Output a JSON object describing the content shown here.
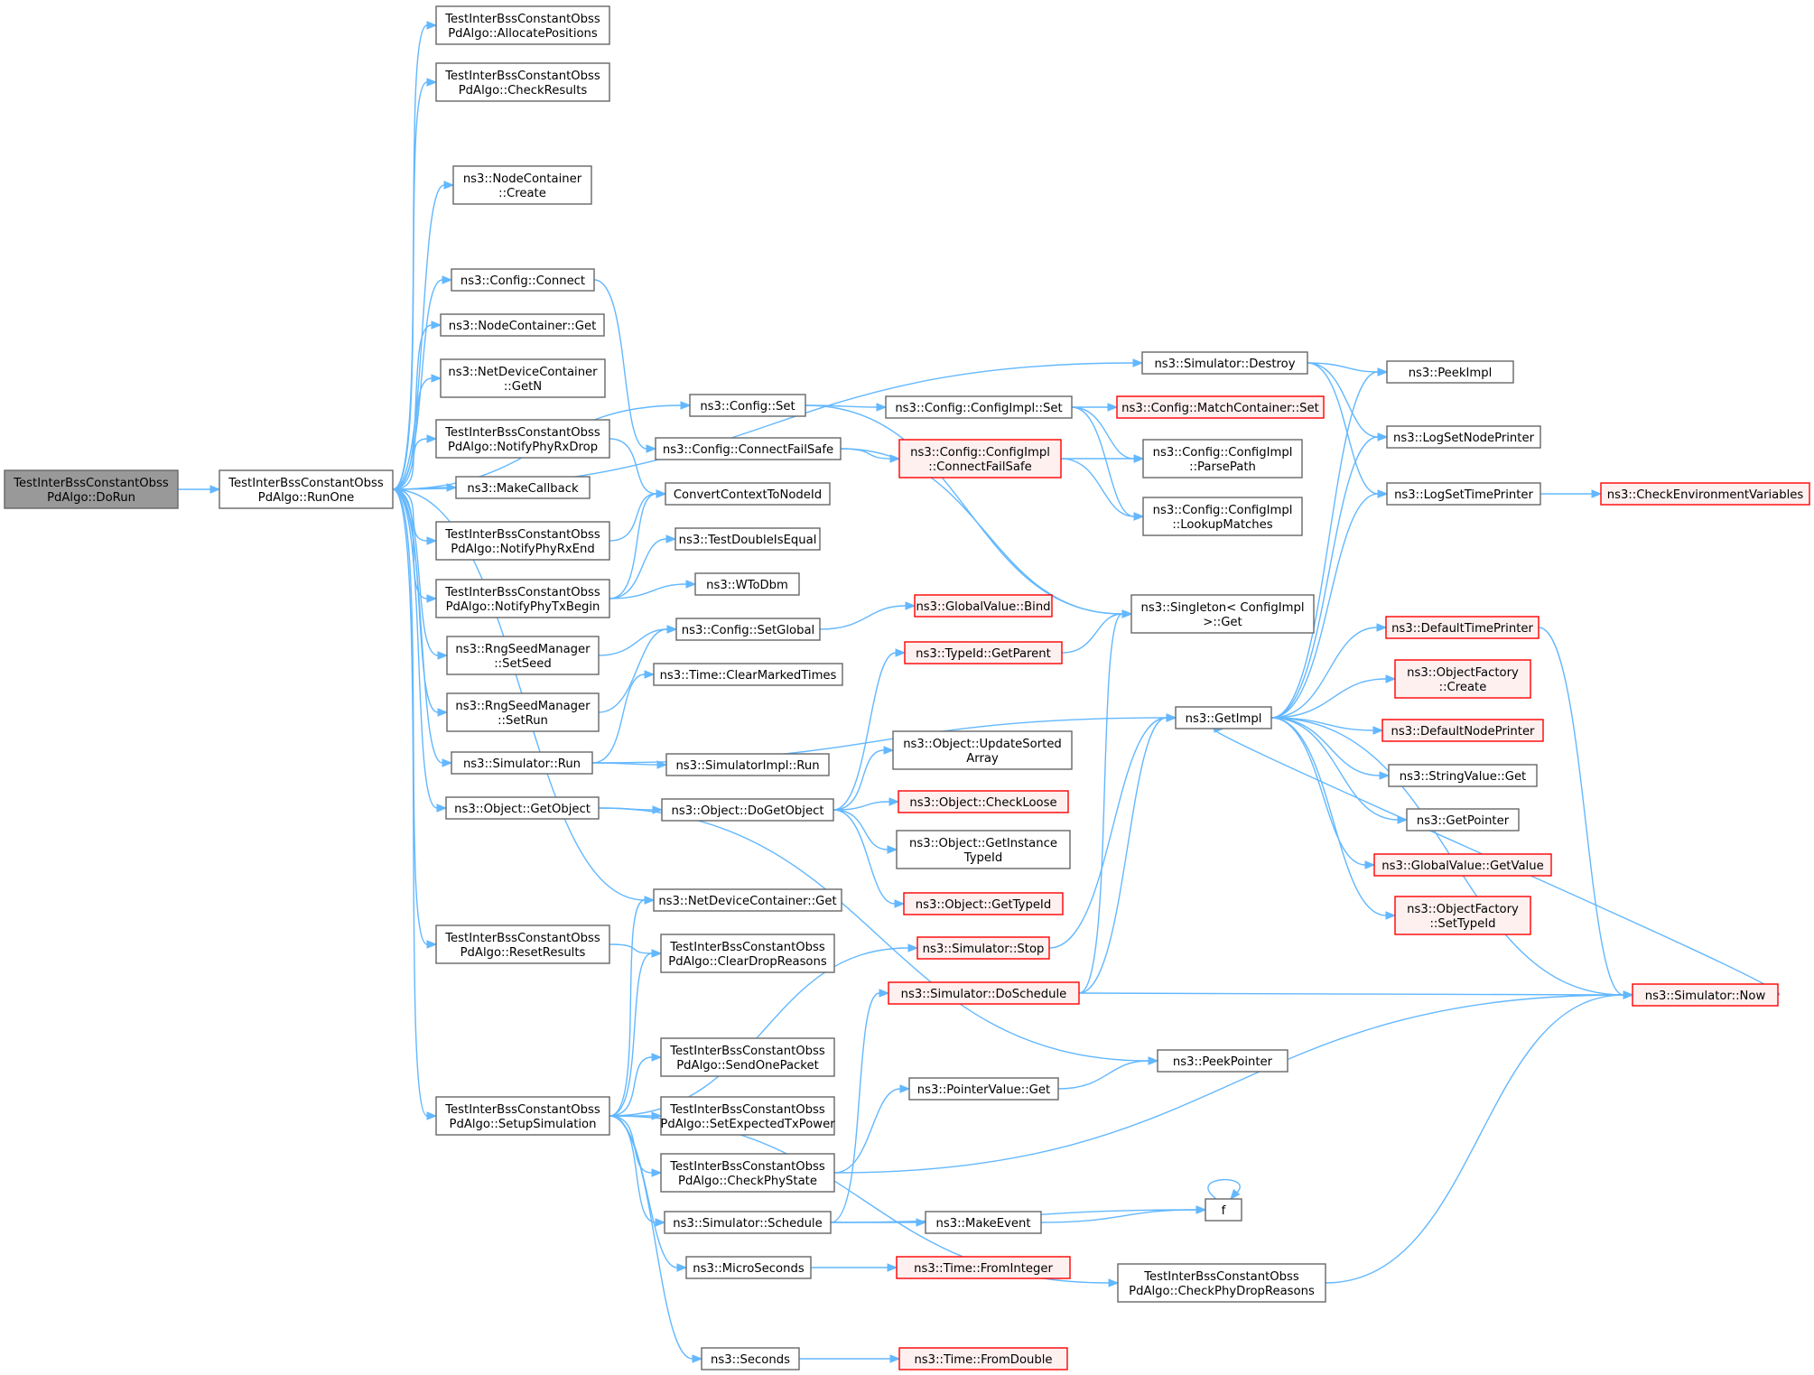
{
  "diagram": {
    "type": "call-graph",
    "colors": {
      "edge": "#63b8ff",
      "root_fill": "#999999",
      "root_border": "#666666",
      "node_fill": "#ffffff",
      "node_border": "#666666",
      "truncated_fill": "#fff0f0",
      "truncated_border": "#ff0000"
    },
    "nodes": [
      {
        "id": "dorun",
        "lines": [
          "TestInterBssConstantObss",
          "PdAlgo::DoRun"
        ],
        "style": "root"
      },
      {
        "id": "runone",
        "lines": [
          "TestInterBssConstantObss",
          "PdAlgo::RunOne"
        ],
        "style": "normal"
      },
      {
        "id": "allocpos",
        "lines": [
          "TestInterBssConstantObss",
          "PdAlgo::AllocatePositions"
        ],
        "style": "normal"
      },
      {
        "id": "checkres",
        "lines": [
          "TestInterBssConstantObss",
          "PdAlgo::CheckResults"
        ],
        "style": "normal"
      },
      {
        "id": "nccreate",
        "lines": [
          "ns3::NodeContainer",
          "::Create"
        ],
        "style": "normal"
      },
      {
        "id": "cfgconnect",
        "lines": [
          "ns3::Config::Connect"
        ],
        "style": "normal"
      },
      {
        "id": "ncget",
        "lines": [
          "ns3::NodeContainer::Get"
        ],
        "style": "normal"
      },
      {
        "id": "ndcgetn",
        "lines": [
          "ns3::NetDeviceContainer",
          "::GetN"
        ],
        "style": "normal"
      },
      {
        "id": "rxdrop",
        "lines": [
          "TestInterBssConstantObss",
          "PdAlgo::NotifyPhyRxDrop"
        ],
        "style": "normal"
      },
      {
        "id": "makecb",
        "lines": [
          "ns3::MakeCallback"
        ],
        "style": "normal"
      },
      {
        "id": "rxend",
        "lines": [
          "TestInterBssConstantObss",
          "PdAlgo::NotifyPhyRxEnd"
        ],
        "style": "normal"
      },
      {
        "id": "txbegin",
        "lines": [
          "TestInterBssConstantObss",
          "PdAlgo::NotifyPhyTxBegin"
        ],
        "style": "normal"
      },
      {
        "id": "setseed",
        "lines": [
          "ns3::RngSeedManager",
          "::SetSeed"
        ],
        "style": "normal"
      },
      {
        "id": "setrun",
        "lines": [
          "ns3::RngSeedManager",
          "::SetRun"
        ],
        "style": "normal"
      },
      {
        "id": "simrun",
        "lines": [
          "ns3::Simulator::Run"
        ],
        "style": "normal"
      },
      {
        "id": "getobject",
        "lines": [
          "ns3::Object::GetObject"
        ],
        "style": "normal"
      },
      {
        "id": "resetres",
        "lines": [
          "TestInterBssConstantObss",
          "PdAlgo::ResetResults"
        ],
        "style": "normal"
      },
      {
        "id": "setupsim",
        "lines": [
          "TestInterBssConstantObss",
          "PdAlgo::SetupSimulation"
        ],
        "style": "normal"
      },
      {
        "id": "cfgset",
        "lines": [
          "ns3::Config::Set"
        ],
        "style": "normal"
      },
      {
        "id": "cfgconnfs",
        "lines": [
          "ns3::Config::ConnectFailSafe"
        ],
        "style": "normal"
      },
      {
        "id": "convctx",
        "lines": [
          "ConvertContextToNodeId"
        ],
        "style": "normal"
      },
      {
        "id": "testdbl",
        "lines": [
          "ns3::TestDoubleIsEqual"
        ],
        "style": "normal"
      },
      {
        "id": "wtodbm",
        "lines": [
          "ns3::WToDbm"
        ],
        "style": "normal"
      },
      {
        "id": "setglobal",
        "lines": [
          "ns3::Config::SetGlobal"
        ],
        "style": "normal"
      },
      {
        "id": "clearmarked",
        "lines": [
          "ns3::Time::ClearMarkedTimes"
        ],
        "style": "normal"
      },
      {
        "id": "simimplrun",
        "lines": [
          "ns3::SimulatorImpl::Run"
        ],
        "style": "normal"
      },
      {
        "id": "dogetobject",
        "lines": [
          "ns3::Object::DoGetObject"
        ],
        "style": "normal"
      },
      {
        "id": "ndcget",
        "lines": [
          "ns3::NetDeviceContainer::Get"
        ],
        "style": "normal"
      },
      {
        "id": "cleardrop",
        "lines": [
          "TestInterBssConstantObss",
          "PdAlgo::ClearDropReasons"
        ],
        "style": "normal"
      },
      {
        "id": "sendone",
        "lines": [
          "TestInterBssConstantObss",
          "PdAlgo::SendOnePacket"
        ],
        "style": "normal"
      },
      {
        "id": "setexptx",
        "lines": [
          "TestInterBssConstantObss",
          "PdAlgo::SetExpectedTxPower"
        ],
        "style": "normal"
      },
      {
        "id": "checkphystate",
        "lines": [
          "TestInterBssConstantObss",
          "PdAlgo::CheckPhyState"
        ],
        "style": "normal"
      },
      {
        "id": "simschedule",
        "lines": [
          "ns3::Simulator::Schedule"
        ],
        "style": "normal"
      },
      {
        "id": "microseconds",
        "lines": [
          "ns3::MicroSeconds"
        ],
        "style": "normal"
      },
      {
        "id": "seconds",
        "lines": [
          "ns3::Seconds"
        ],
        "style": "normal"
      },
      {
        "id": "cfgimplset",
        "lines": [
          "ns3::Config::ConfigImpl::Set"
        ],
        "style": "normal"
      },
      {
        "id": "cfgimplconnfs",
        "lines": [
          "ns3::Config::ConfigImpl",
          "::ConnectFailSafe"
        ],
        "style": "truncated"
      },
      {
        "id": "gvbind",
        "lines": [
          "ns3::GlobalValue::Bind"
        ],
        "style": "truncated"
      },
      {
        "id": "typeidparent",
        "lines": [
          "ns3::TypeId::GetParent"
        ],
        "style": "truncated"
      },
      {
        "id": "updatesorted",
        "lines": [
          "ns3::Object::UpdateSorted",
          "Array"
        ],
        "style": "normal"
      },
      {
        "id": "checkloose",
        "lines": [
          "ns3::Object::CheckLoose"
        ],
        "style": "truncated"
      },
      {
        "id": "getinsttype",
        "lines": [
          "ns3::Object::GetInstance",
          "TypeId"
        ],
        "style": "normal"
      },
      {
        "id": "objgettypeid",
        "lines": [
          "ns3::Object::GetTypeId"
        ],
        "style": "truncated"
      },
      {
        "id": "simstop",
        "lines": [
          "ns3::Simulator::Stop"
        ],
        "style": "truncated"
      },
      {
        "id": "doschedule",
        "lines": [
          "ns3::Simulator::DoSchedule"
        ],
        "style": "truncated"
      },
      {
        "id": "ptrvalget",
        "lines": [
          "ns3::PointerValue::Get"
        ],
        "style": "normal"
      },
      {
        "id": "makeevent",
        "lines": [
          "ns3::MakeEvent"
        ],
        "style": "normal"
      },
      {
        "id": "fromint",
        "lines": [
          "ns3::Time::FromInteger"
        ],
        "style": "truncated"
      },
      {
        "id": "checkphydrop",
        "lines": [
          "TestInterBssConstantObss",
          "PdAlgo::CheckPhyDropReasons"
        ],
        "style": "normal"
      },
      {
        "id": "fromdouble",
        "lines": [
          "ns3::Time::FromDouble"
        ],
        "style": "truncated"
      },
      {
        "id": "simdestroy",
        "lines": [
          "ns3::Simulator::Destroy"
        ],
        "style": "normal"
      },
      {
        "id": "matchset",
        "lines": [
          "ns3::Config::MatchContainer::Set"
        ],
        "style": "truncated"
      },
      {
        "id": "parsepath",
        "lines": [
          "ns3::Config::ConfigImpl",
          "::ParsePath"
        ],
        "style": "normal"
      },
      {
        "id": "lookupmatches",
        "lines": [
          "ns3::Config::ConfigImpl",
          "::LookupMatches"
        ],
        "style": "normal"
      },
      {
        "id": "singletonget",
        "lines": [
          "ns3::Singleton< ConfigImpl",
          " >::Get"
        ],
        "style": "normal"
      },
      {
        "id": "getimpl",
        "lines": [
          "ns3::GetImpl"
        ],
        "style": "normal"
      },
      {
        "id": "peekpointer",
        "lines": [
          "ns3::PeekPointer"
        ],
        "style": "normal"
      },
      {
        "id": "f",
        "lines": [
          "f"
        ],
        "style": "normal"
      },
      {
        "id": "peekimpl",
        "lines": [
          "ns3::PeekImpl"
        ],
        "style": "normal"
      },
      {
        "id": "logsetnode",
        "lines": [
          "ns3::LogSetNodePrinter"
        ],
        "style": "normal"
      },
      {
        "id": "logsettime",
        "lines": [
          "ns3::LogSetTimePrinter"
        ],
        "style": "normal"
      },
      {
        "id": "deftimeprinter",
        "lines": [
          "ns3::DefaultTimePrinter"
        ],
        "style": "truncated"
      },
      {
        "id": "objfactcreate",
        "lines": [
          "ns3::ObjectFactory",
          "::Create"
        ],
        "style": "truncated"
      },
      {
        "id": "defnodeprinter",
        "lines": [
          "ns3::DefaultNodePrinter"
        ],
        "style": "truncated"
      },
      {
        "id": "stringvalget",
        "lines": [
          "ns3::StringValue::Get"
        ],
        "style": "normal"
      },
      {
        "id": "getpointer",
        "lines": [
          "ns3::GetPointer"
        ],
        "style": "normal"
      },
      {
        "id": "gvgetvalue",
        "lines": [
          "ns3::GlobalValue::GetValue"
        ],
        "style": "truncated"
      },
      {
        "id": "objfactsettype",
        "lines": [
          "ns3::ObjectFactory",
          "::SetTypeId"
        ],
        "style": "truncated"
      },
      {
        "id": "checkenv",
        "lines": [
          "ns3::CheckEnvironmentVariables"
        ],
        "style": "truncated"
      },
      {
        "id": "simnow",
        "lines": [
          "ns3::Simulator::Now"
        ],
        "style": "truncated"
      }
    ],
    "edges": [
      [
        "dorun",
        "runone"
      ],
      [
        "runone",
        "allocpos"
      ],
      [
        "runone",
        "checkres"
      ],
      [
        "runone",
        "nccreate"
      ],
      [
        "runone",
        "cfgconnect"
      ],
      [
        "runone",
        "ncget"
      ],
      [
        "runone",
        "ndcgetn"
      ],
      [
        "runone",
        "rxdrop"
      ],
      [
        "runone",
        "makecb"
      ],
      [
        "runone",
        "rxend"
      ],
      [
        "runone",
        "txbegin"
      ],
      [
        "runone",
        "setseed"
      ],
      [
        "runone",
        "setrun"
      ],
      [
        "runone",
        "simrun"
      ],
      [
        "runone",
        "getobject"
      ],
      [
        "runone",
        "resetres"
      ],
      [
        "runone",
        "setupsim"
      ],
      [
        "runone",
        "cfgset"
      ],
      [
        "runone",
        "simdestroy"
      ],
      [
        "runone",
        "ndcget"
      ],
      [
        "cfgconnect",
        "cfgconnfs"
      ],
      [
        "rxdrop",
        "convctx"
      ],
      [
        "rxend",
        "convctx"
      ],
      [
        "txbegin",
        "convctx"
      ],
      [
        "txbegin",
        "testdbl"
      ],
      [
        "txbegin",
        "wtodbm"
      ],
      [
        "setseed",
        "setglobal"
      ],
      [
        "setrun",
        "setglobal"
      ],
      [
        "simrun",
        "clearmarked"
      ],
      [
        "simrun",
        "simimplrun"
      ],
      [
        "simrun",
        "getimpl"
      ],
      [
        "getobject",
        "dogetobject"
      ],
      [
        "getobject",
        "peekpointer"
      ],
      [
        "resetres",
        "cleardrop"
      ],
      [
        "setupsim",
        "ndcget"
      ],
      [
        "setupsim",
        "cleardrop"
      ],
      [
        "setupsim",
        "simstop"
      ],
      [
        "setupsim",
        "sendone"
      ],
      [
        "setupsim",
        "setexptx"
      ],
      [
        "setupsim",
        "checkphystate"
      ],
      [
        "setupsim",
        "simschedule"
      ],
      [
        "setupsim",
        "microseconds"
      ],
      [
        "setupsim",
        "checkphydrop"
      ],
      [
        "setupsim",
        "seconds"
      ],
      [
        "cfgset",
        "cfgimplset"
      ],
      [
        "cfgset",
        "singletonget"
      ],
      [
        "cfgconnfs",
        "cfgimplconnfs"
      ],
      [
        "cfgconnfs",
        "singletonget"
      ],
      [
        "setglobal",
        "gvbind"
      ],
      [
        "dogetobject",
        "typeidparent"
      ],
      [
        "dogetobject",
        "updatesorted"
      ],
      [
        "dogetobject",
        "checkloose"
      ],
      [
        "dogetobject",
        "getinsttype"
      ],
      [
        "dogetobject",
        "objgettypeid"
      ],
      [
        "checkphystate",
        "ptrvalget"
      ],
      [
        "checkphystate",
        "simnow"
      ],
      [
        "simschedule",
        "doschedule"
      ],
      [
        "simschedule",
        "makeevent"
      ],
      [
        "simschedule",
        "f"
      ],
      [
        "microseconds",
        "fromint"
      ],
      [
        "seconds",
        "fromdouble"
      ],
      [
        "cfgimplset",
        "matchset"
      ],
      [
        "cfgimplset",
        "parsepath"
      ],
      [
        "cfgimplset",
        "lookupmatches"
      ],
      [
        "cfgimplconnfs",
        "parsepath"
      ],
      [
        "cfgimplconnfs",
        "lookupmatches"
      ],
      [
        "typeidparent",
        "singletonget"
      ],
      [
        "simstop",
        "getimpl"
      ],
      [
        "doschedule",
        "singletonget"
      ],
      [
        "doschedule",
        "getimpl"
      ],
      [
        "doschedule",
        "simnow"
      ],
      [
        "ptrvalget",
        "peekpointer"
      ],
      [
        "makeevent",
        "f"
      ],
      [
        "f",
        "f"
      ],
      [
        "checkphydrop",
        "simnow"
      ],
      [
        "simdestroy",
        "peekimpl"
      ],
      [
        "simdestroy",
        "logsetnode"
      ],
      [
        "simdestroy",
        "logsettime"
      ],
      [
        "getimpl",
        "peekimpl"
      ],
      [
        "getimpl",
        "logsetnode"
      ],
      [
        "getimpl",
        "logsettime"
      ],
      [
        "getimpl",
        "deftimeprinter"
      ],
      [
        "getimpl",
        "objfactcreate"
      ],
      [
        "getimpl",
        "defnodeprinter"
      ],
      [
        "getimpl",
        "stringvalget"
      ],
      [
        "getimpl",
        "getpointer"
      ],
      [
        "getimpl",
        "gvgetvalue"
      ],
      [
        "getimpl",
        "objfactsettype"
      ],
      [
        "getimpl",
        "simnow"
      ],
      [
        "logsettime",
        "checkenv"
      ],
      [
        "deftimeprinter",
        "simnow"
      ],
      [
        "simnow",
        "getimpl"
      ]
    ]
  }
}
